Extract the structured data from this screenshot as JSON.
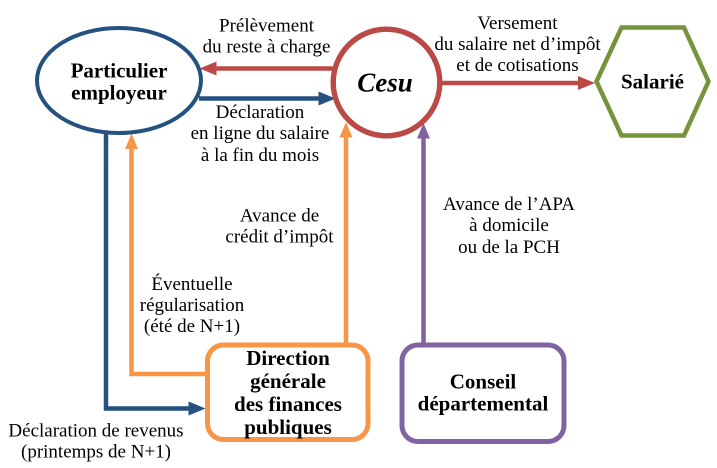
{
  "colors": {
    "blue": "#24517F",
    "red": "#BB4A47",
    "orange": "#F79646",
    "purple": "#8064A2",
    "green": "#77933C",
    "text": "#000000",
    "background": "#FFFFFF",
    "shape_fill": "#FFFFFF"
  },
  "nodes": {
    "particulier_employeur": {
      "shape": "ellipse",
      "lines": [
        "Particulier",
        "employeur"
      ]
    },
    "cesu": {
      "shape": "circle",
      "label": "Cesu"
    },
    "salarie": {
      "shape": "hexagon",
      "label": "Salarié"
    },
    "dgfip": {
      "shape": "rounded-rectangle",
      "lines": [
        "Direction",
        "générale",
        "des finances",
        "publiques"
      ]
    },
    "conseil_departemental": {
      "shape": "rounded-rectangle",
      "lines": [
        "Conseil",
        "départemental"
      ]
    }
  },
  "edges": {
    "prelevement": {
      "from": "cesu",
      "to": "particulier_employeur",
      "color": "red",
      "lines": [
        "Prélèvement",
        "du reste à charge"
      ]
    },
    "declaration_salaire": {
      "from": "particulier_employeur",
      "to": "cesu",
      "color": "blue",
      "lines": [
        "Déclaration",
        "en ligne du salaire",
        "à la fin du mois"
      ]
    },
    "versement": {
      "from": "cesu",
      "to": "salarie",
      "color": "red",
      "lines": [
        "Versement",
        "du salaire net d’impôt",
        "et de cotisations"
      ]
    },
    "avance_credit": {
      "from": "dgfip",
      "to": "cesu",
      "color": "orange",
      "lines": [
        "Avance de",
        "crédit d’impôt"
      ]
    },
    "eventuelle_regularisation": {
      "from": "dgfip",
      "to": "particulier_employeur",
      "color": "orange",
      "lines": [
        "Éventuelle",
        "régularisation",
        "(été de N+1)"
      ]
    },
    "declaration_revenus": {
      "from": "particulier_employeur",
      "to": "dgfip",
      "color": "blue",
      "lines": [
        "Déclaration de revenus",
        "(printemps de N+1)"
      ]
    },
    "avance_apa": {
      "from": "conseil_departemental",
      "to": "cesu",
      "color": "purple",
      "lines": [
        "Avance de l’APA",
        "à domicile",
        "ou de la PCH"
      ]
    }
  }
}
